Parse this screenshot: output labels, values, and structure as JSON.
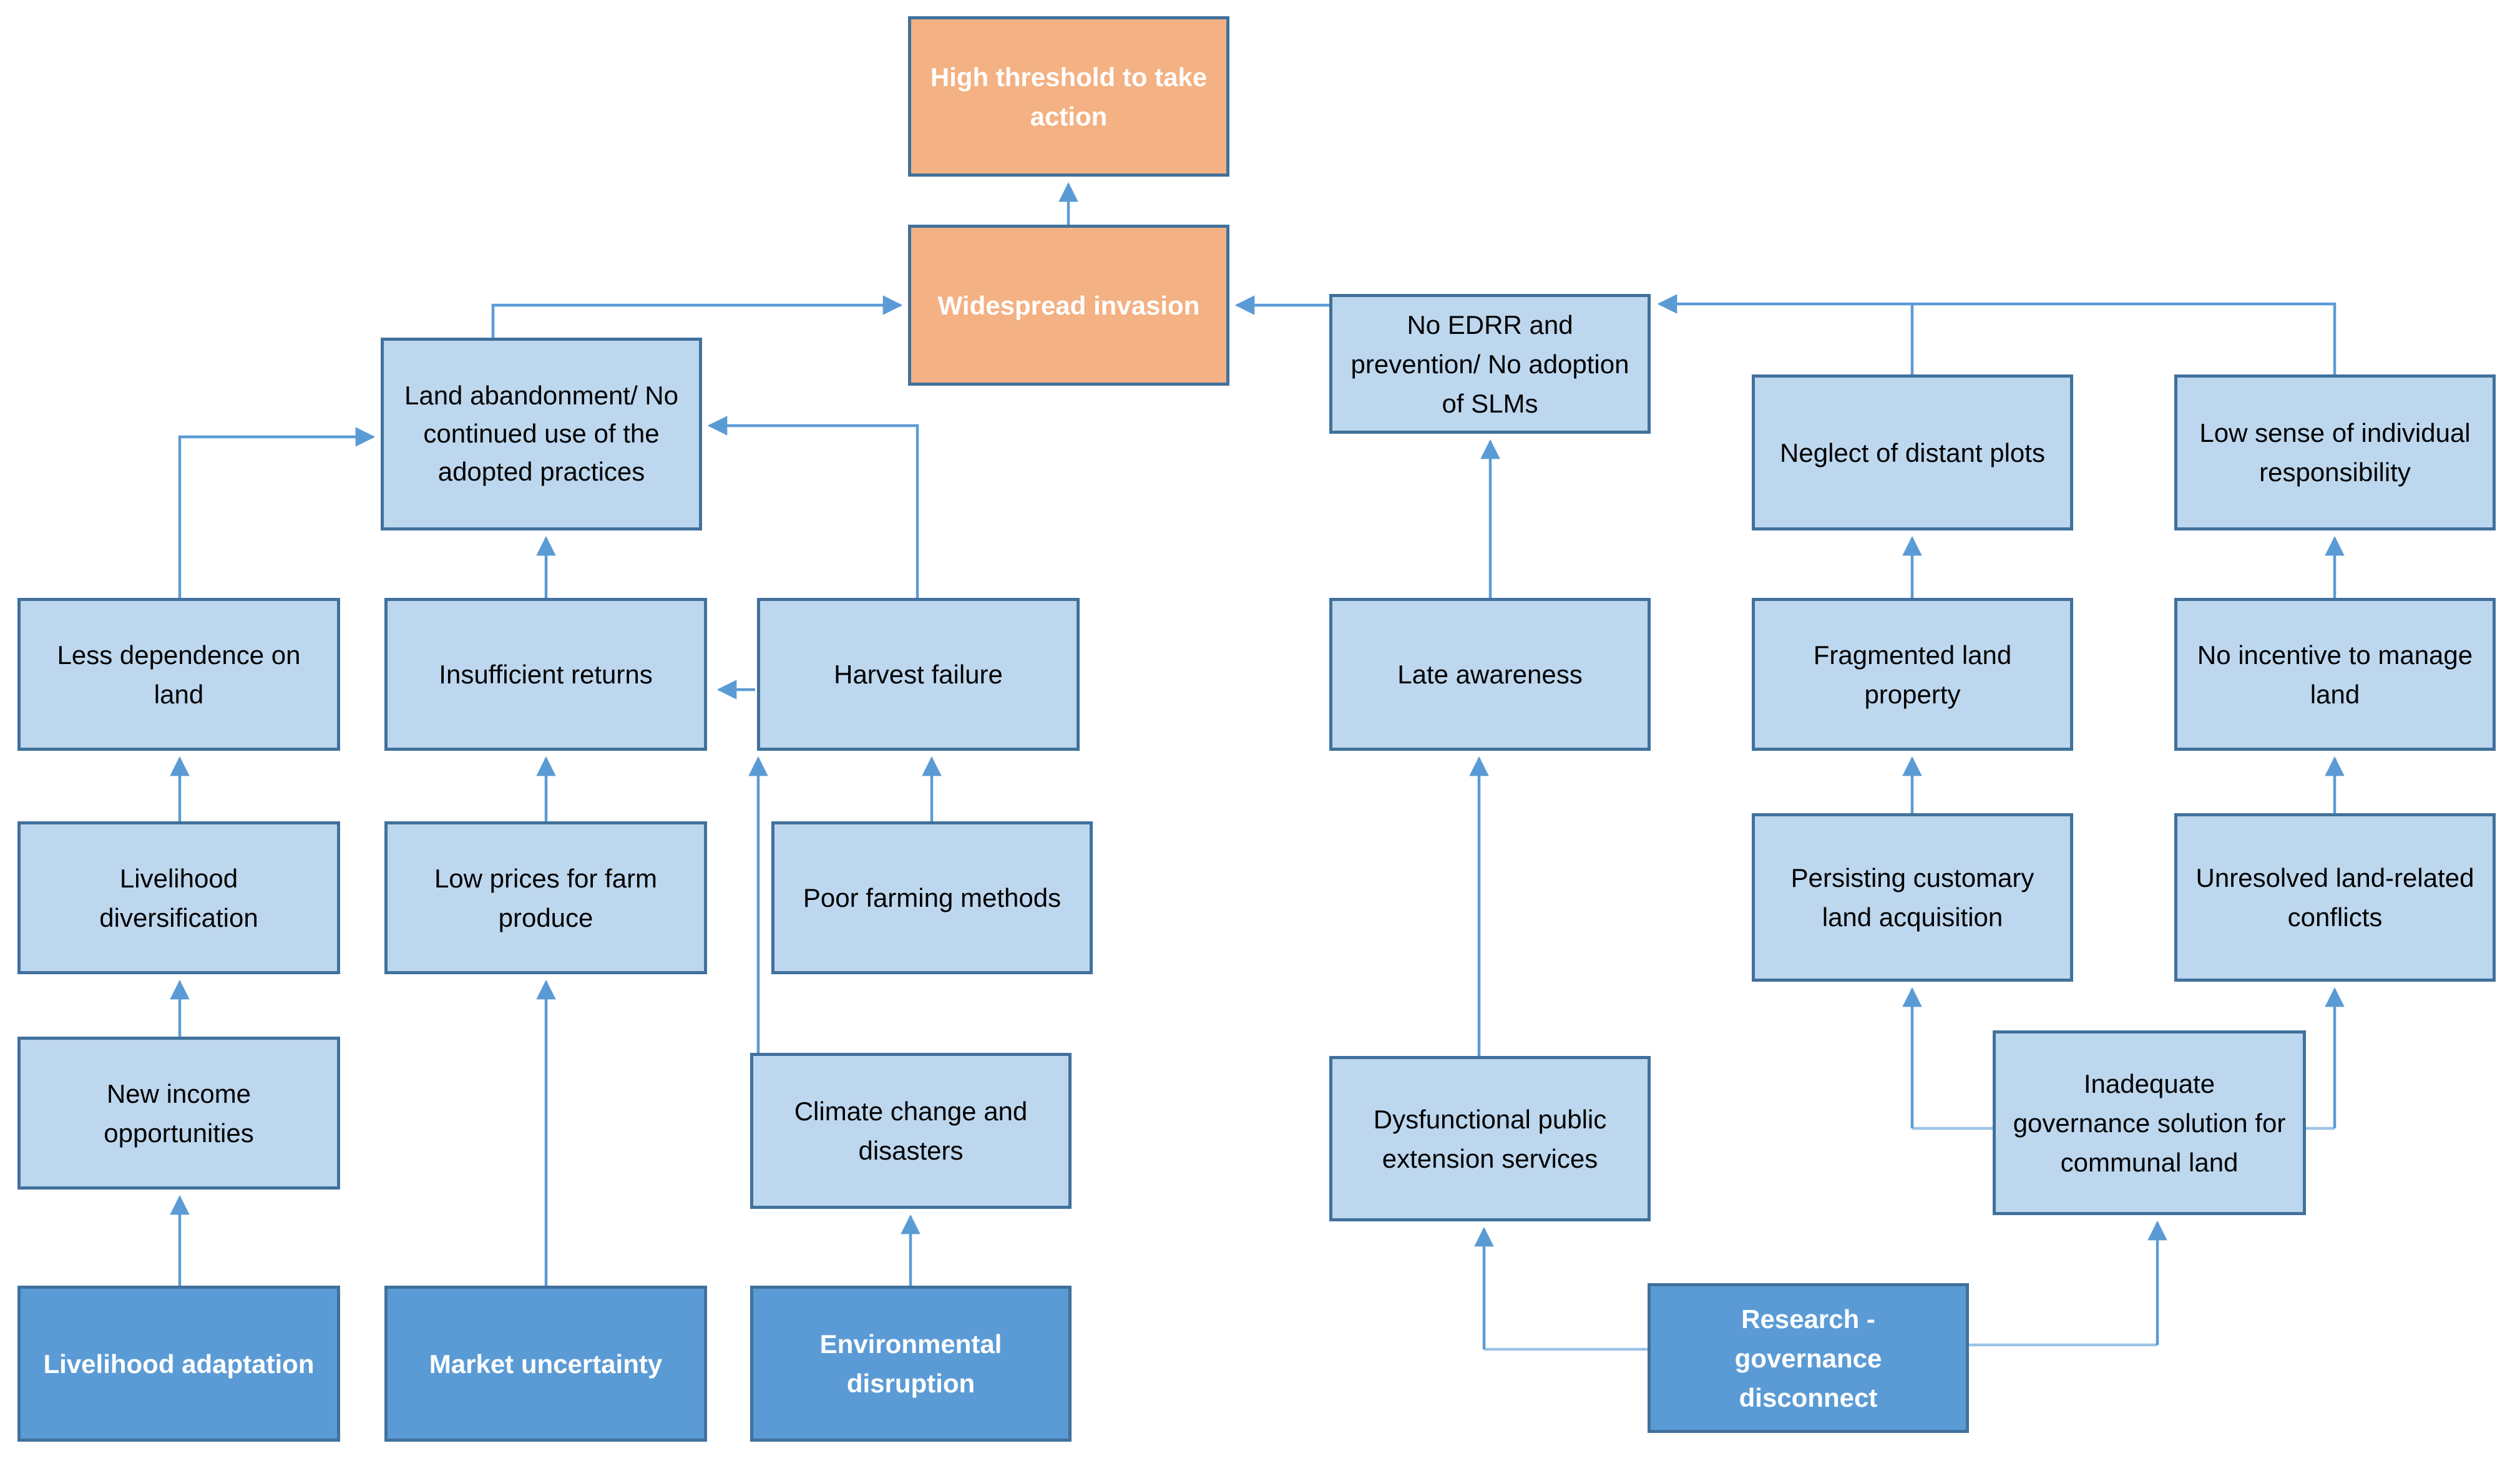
{
  "diagram_type": "causal-flow-diagram",
  "colors": {
    "light_box_fill": "#BDD7EE",
    "dark_box_fill": "#5B9BD5",
    "orange_box_fill": "#F4B183",
    "box_border": "#41719C",
    "arrow": "#5B9BD5",
    "arrow_light": "#9DC3E6",
    "text_dark": "#000000",
    "text_light": "#FFFFFF"
  },
  "nodes": {
    "high_threshold": {
      "label": "High threshold to take action",
      "style": "orange"
    },
    "widespread_invasion": {
      "label": "Widespread invasion",
      "style": "orange"
    },
    "land_abandonment": {
      "label": "Land abandonment/ No continued use of the adopted practices",
      "style": "light"
    },
    "no_edrr": {
      "label": "No EDRR and prevention/ No adoption of SLMs",
      "style": "light"
    },
    "neglect_distant_plots": {
      "label": "Neglect of distant plots",
      "style": "light"
    },
    "low_sense_responsibility": {
      "label": "Low sense of individual responsibility",
      "style": "light"
    },
    "less_dependence": {
      "label": "Less dependence on land",
      "style": "light"
    },
    "insufficient_returns": {
      "label": "Insufficient returns",
      "style": "light"
    },
    "harvest_failure": {
      "label": "Harvest failure",
      "style": "light"
    },
    "late_awareness": {
      "label": "Late awareness",
      "style": "light"
    },
    "fragmented_land": {
      "label": "Fragmented land property",
      "style": "light"
    },
    "no_incentive": {
      "label": "No incentive to manage land",
      "style": "light"
    },
    "livelihood_diversification": {
      "label": "Livelihood diversification",
      "style": "light"
    },
    "low_prices": {
      "label": "Low prices for farm produce",
      "style": "light"
    },
    "poor_farming": {
      "label": "Poor farming methods",
      "style": "light"
    },
    "persisting_customary": {
      "label": "Persisting customary land acquisition",
      "style": "light"
    },
    "unresolved_conflicts": {
      "label": "Unresolved land-related conflicts",
      "style": "light"
    },
    "new_income": {
      "label": "New income opportunities",
      "style": "light"
    },
    "climate_change": {
      "label": "Climate change and disasters",
      "style": "light"
    },
    "dysfunctional_extension": {
      "label": "Dysfunctional public extension services",
      "style": "light"
    },
    "inadequate_governance": {
      "label": "Inadequate governance solution for communal land",
      "style": "light"
    },
    "livelihood_adaptation": {
      "label": "Livelihood adaptation",
      "style": "dark"
    },
    "market_uncertainty": {
      "label": "Market uncertainty",
      "style": "dark"
    },
    "environmental_disruption": {
      "label": "Environmental disruption",
      "style": "dark"
    },
    "research_governance": {
      "label": "Research - governance disconnect",
      "style": "dark"
    }
  },
  "edges": [
    {
      "from": "widespread_invasion",
      "to": "high_threshold"
    },
    {
      "from": "land_abandonment",
      "to": "widespread_invasion"
    },
    {
      "from": "no_edrr",
      "to": "widespread_invasion"
    },
    {
      "from": "low_sense_responsibility",
      "to": "no_edrr"
    },
    {
      "from": "neglect_distant_plots",
      "to": "no_edrr"
    },
    {
      "from": "less_dependence",
      "to": "land_abandonment"
    },
    {
      "from": "insufficient_returns",
      "to": "land_abandonment"
    },
    {
      "from": "harvest_failure",
      "to": "insufficient_returns"
    },
    {
      "from": "harvest_failure",
      "to": "land_abandonment"
    },
    {
      "from": "livelihood_diversification",
      "to": "less_dependence"
    },
    {
      "from": "new_income",
      "to": "livelihood_diversification"
    },
    {
      "from": "livelihood_adaptation",
      "to": "new_income"
    },
    {
      "from": "low_prices",
      "to": "insufficient_returns"
    },
    {
      "from": "market_uncertainty",
      "to": "low_prices"
    },
    {
      "from": "poor_farming",
      "to": "harvest_failure"
    },
    {
      "from": "climate_change",
      "to": "harvest_failure"
    },
    {
      "from": "environmental_disruption",
      "to": "climate_change"
    },
    {
      "from": "late_awareness",
      "to": "no_edrr"
    },
    {
      "from": "dysfunctional_extension",
      "to": "late_awareness"
    },
    {
      "from": "fragmented_land",
      "to": "neglect_distant_plots"
    },
    {
      "from": "persisting_customary",
      "to": "fragmented_land"
    },
    {
      "from": "no_incentive",
      "to": "low_sense_responsibility"
    },
    {
      "from": "unresolved_conflicts",
      "to": "no_incentive"
    },
    {
      "from": "inadequate_governance",
      "to": "persisting_customary"
    },
    {
      "from": "inadequate_governance",
      "to": "unresolved_conflicts"
    },
    {
      "from": "research_governance",
      "to": "dysfunctional_extension"
    },
    {
      "from": "research_governance",
      "to": "inadequate_governance"
    }
  ]
}
